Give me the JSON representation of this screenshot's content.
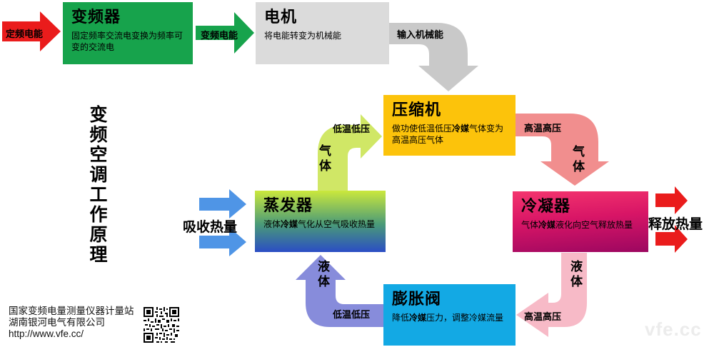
{
  "page": {
    "vertical_title": "变频空调工作原理",
    "watermark": "vfe.cc"
  },
  "nodes": {
    "inverter": {
      "title": "变频器",
      "desc_pre": "固定频率交流电变换为频率可变的交流电",
      "desc_bold": "",
      "desc_post": ""
    },
    "motor": {
      "title": "电机",
      "desc_pre": "将电能转变为机械能",
      "desc_bold": "",
      "desc_post": ""
    },
    "compressor": {
      "title": "压缩机",
      "desc_pre": "做功使低温低压",
      "desc_bold": "冷媒",
      "desc_post": "气体变为高温高压气体"
    },
    "condenser": {
      "title": "冷凝器",
      "desc_pre": "气体",
      "desc_bold": "冷媒",
      "desc_post": "液化向空气释放热量"
    },
    "evaporator": {
      "title": "蒸发器",
      "desc_pre": "液体",
      "desc_bold": "冷媒",
      "desc_post": "气化从空气吸收热量"
    },
    "valve": {
      "title": "膨胀阀",
      "desc_pre": "降低",
      "desc_bold": "冷媒",
      "desc_post": "压力，调整冷媒流量"
    }
  },
  "labels": {
    "fixed_freq_power": "定频电能",
    "variable_freq_power": "变频电能",
    "mech_input": "输入机械能",
    "comp_to_cond_state": "高温高压",
    "comp_to_cond_phase": "气体",
    "release_heat": "释放热量",
    "cond_to_valve_phase": "液体",
    "cond_to_valve_state": "高温高压",
    "valve_to_evap_state": "低温低压",
    "valve_to_evap_phase": "液体",
    "evap_to_comp_phase": "气体",
    "evap_to_comp_state": "低温低压",
    "absorb_heat": "吸收热量"
  },
  "footer": {
    "line1": "国家变频电量测量仪器计量站",
    "line2": "湖南银河电气有限公司",
    "line3": "http://www.vfe.cc/"
  },
  "colors": {
    "inverter_green": "#17a34c",
    "motor_gray": "#dbdbdb",
    "compressor_yellow": "#fcc30b",
    "condenser_magenta_top": "#f4356e",
    "condenser_magenta_bottom": "#9c0760",
    "evaporator_top": "#cbe83c",
    "evaporator_bottom": "#2b4dc5",
    "valve_cyan": "#13a9e4",
    "arrow_red": "#ea1c1c",
    "arrow_gray": "#c9c9c9",
    "arrow_salmon": "#f18e8e",
    "arrow_pink": "#f7bac7",
    "arrow_purple": "#878cdb",
    "arrow_yellowgreen": "#d0e766",
    "arrow_blue": "#4f95e6"
  }
}
